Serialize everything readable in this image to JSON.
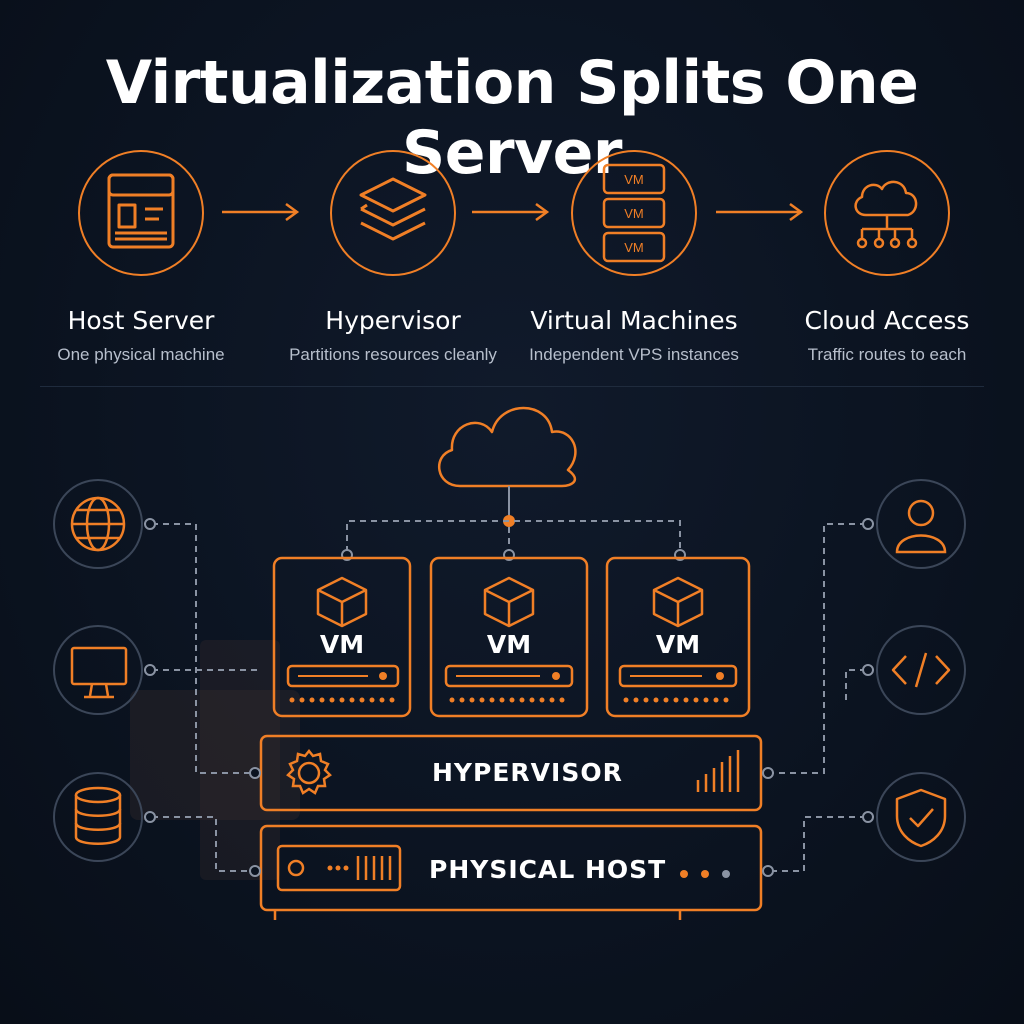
{
  "title": "Virtualization Splits One Server",
  "colors": {
    "accent": "#f07f26",
    "background": "#0b1320",
    "muted": "#8a93a3"
  },
  "steps": [
    {
      "label": "Host Server",
      "sub": "One physical machine",
      "icon": "server-icon"
    },
    {
      "label": "Hypervisor",
      "sub": "Partitions resources cleanly",
      "icon": "layers-icon"
    },
    {
      "label": "Virtual Machines",
      "sub": "Independent VPS instances",
      "icon": "vm-stack-icon",
      "badges": [
        "VM",
        "VM",
        "VM"
      ]
    },
    {
      "label": "Cloud Access",
      "sub": "Traffic routes to each",
      "icon": "cloud-network-icon"
    }
  ],
  "diagram": {
    "vms": [
      {
        "label": "VM",
        "icon": "cube-icon"
      },
      {
        "label": "VM",
        "icon": "cube-icon"
      },
      {
        "label": "VM",
        "icon": "cube-icon"
      }
    ],
    "hypervisor_label": "HYPERVISOR",
    "host_label": "PHYSICAL HOST",
    "left_icons": [
      "globe-icon",
      "monitor-icon",
      "database-icon"
    ],
    "right_icons": [
      "user-icon",
      "code-icon",
      "shield-check-icon"
    ],
    "top_icon": "cloud-icon"
  }
}
